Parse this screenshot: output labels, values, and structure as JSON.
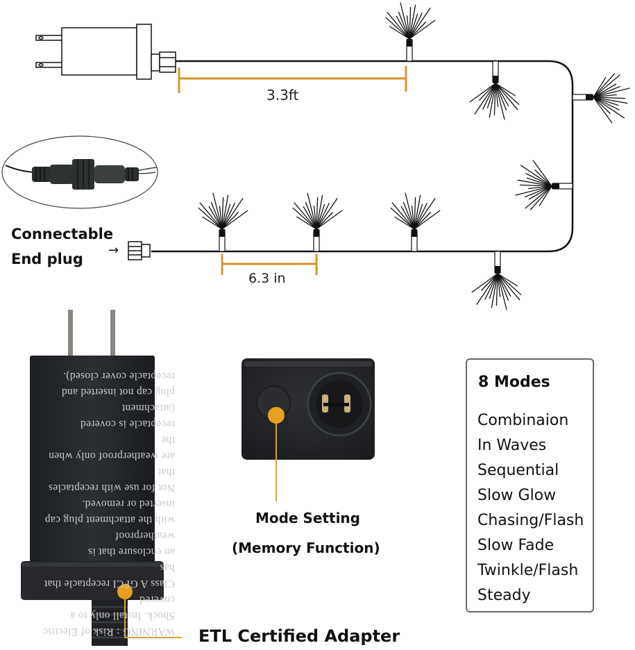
{
  "diagram": {
    "top_section": {
      "lead_wire_length": "3.3ft",
      "bulb_spacing": "6.3 in",
      "end_plug_label_line1": "Connectable",
      "end_plug_label_line2": "End plug",
      "arrow": "→"
    },
    "controller": {
      "label_line1": "Mode Setting",
      "label_line2": "(Memory Function)"
    },
    "adapter": {
      "label": "ETL Certified Adapter",
      "warning_text": [
        "WARNING : Risk of Electric",
        "Shock. Install only to a covered",
        "Class A GFCI receptacle that has",
        "an enclosure that is weatherproof",
        "with the attachment plug cap",
        "inserted or removed.",
        "Not for use with receptacles that",
        "are weatherproof only when the",
        "receptacle is covered (attachment",
        "plug cap not inserted and",
        "receptacle cover closed)."
      ]
    },
    "modes": {
      "title": "8 Modes",
      "items": [
        "Combinaion",
        "In Waves",
        "Sequential",
        "Slow Glow",
        "Chasing/Flash",
        "Slow Fade",
        "Twinkle/Flash",
        "Steady"
      ]
    },
    "colors": {
      "accent": "#E8A020",
      "dimension_line": "#D4952A",
      "wire": "#111111",
      "device_body": "#232528",
      "box_border": "#666666"
    }
  }
}
